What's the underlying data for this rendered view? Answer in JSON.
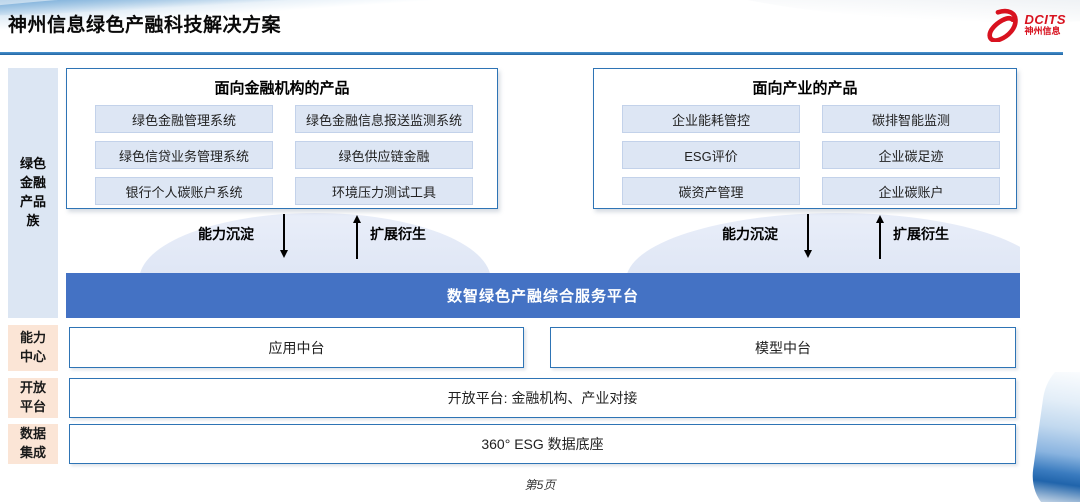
{
  "header": {
    "title": "神州信息绿色产融科技解决方案",
    "logo_text": "DCITS",
    "logo_subtext": "神州信息"
  },
  "left_rail": {
    "product_family": "绿色金融产品族",
    "capability_center": "能力中心",
    "open_platform": "开放平台",
    "data_integration": "数据集成"
  },
  "finance_box": {
    "title": "面向金融机构的产品",
    "items": [
      "绿色金融管理系统",
      "绿色金融信息报送监测系统",
      "绿色信贷业务管理系统",
      "绿色供应链金融",
      "银行个人碳账户系统",
      "环境压力测试工具"
    ]
  },
  "industry_box": {
    "title": "面向产业的产品",
    "items": [
      "企业能耗管控",
      "碳排智能监测",
      "ESG评价",
      "企业碳足迹",
      "碳资产管理",
      "企业碳账户"
    ]
  },
  "flows": {
    "down_label": "能力沉淀",
    "up_label": "扩展衍生"
  },
  "platform_bar": "数智绿色产融综合服务平台",
  "capability_row": {
    "left": "应用中台",
    "right": "模型中台"
  },
  "open_platform_row": "开放平台: 金融机构、产业对接",
  "data_row": "360° ESG 数据底座",
  "footer": {
    "page_number": "第5页"
  },
  "colors": {
    "accent_blue": "#4472c4",
    "border_blue": "#2e74b5",
    "pill_blue": "#dde6f4",
    "rail_blue": "#dce6f3",
    "rail_peach": "#fbe5d6",
    "brand_red": "#d8121f"
  }
}
